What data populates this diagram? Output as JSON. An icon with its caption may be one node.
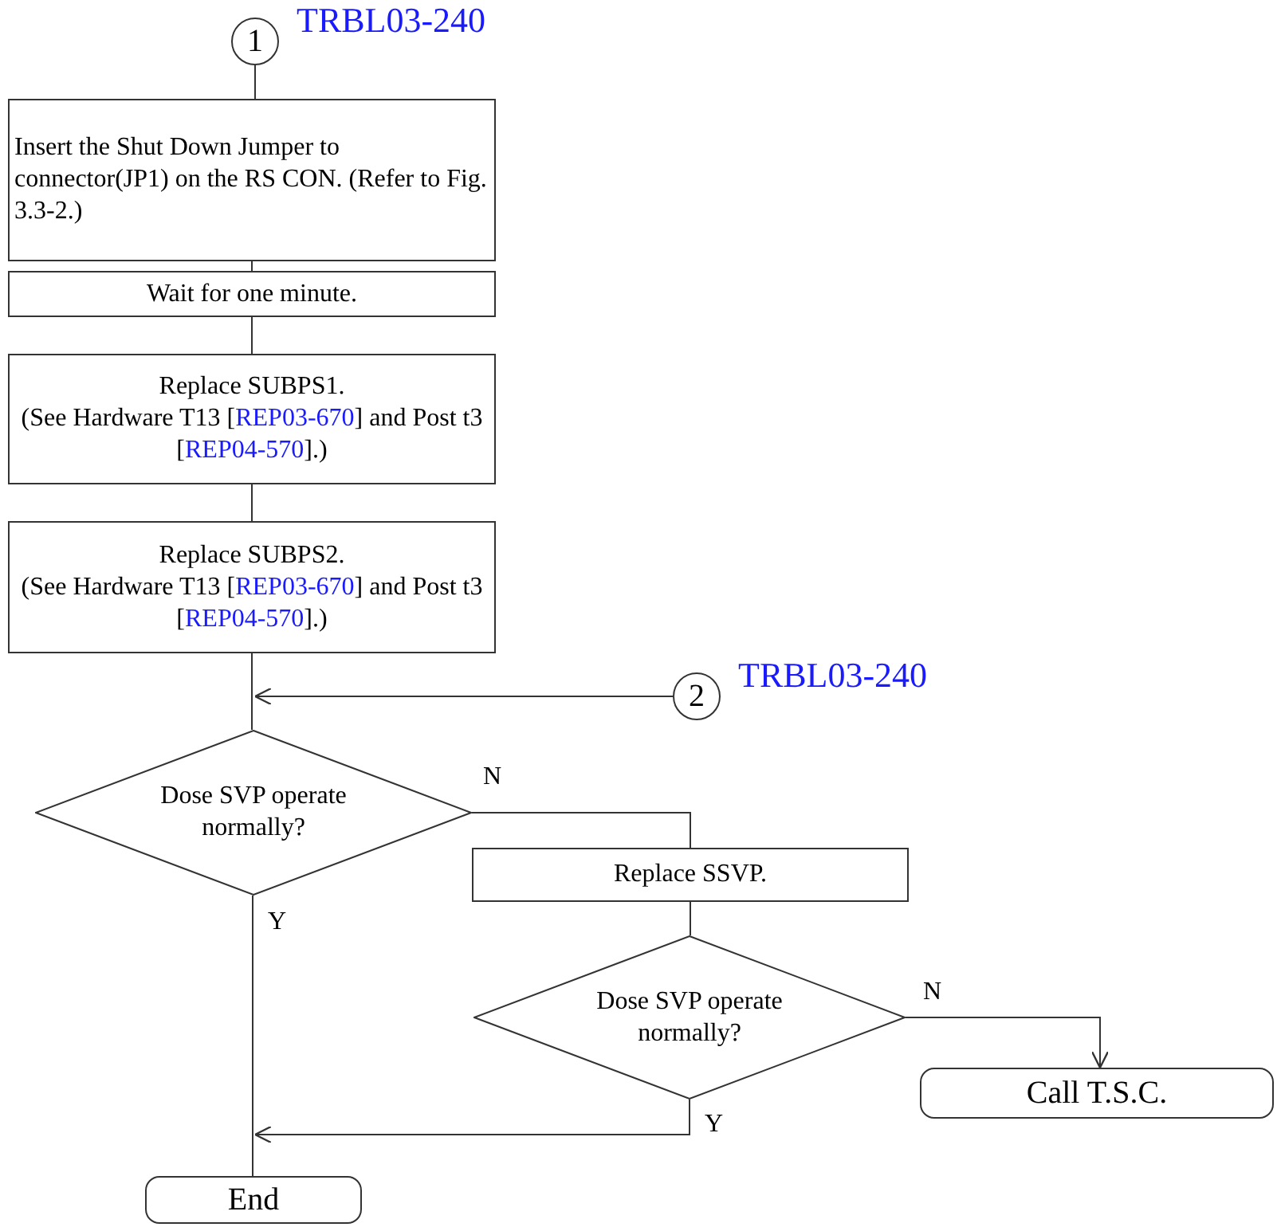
{
  "diagram": {
    "nodes": [
      {
        "text": [
          "1"
        ],
        "beside": [
          "TRBL03-240"
        ]
      },
      {
        "text": [
          "Insert the Shut Down Jumper to connector(JP1) on the RS CON. (Refer to Fig. 3.3-2.)"
        ]
      },
      {
        "text": [
          "Wait for one minute."
        ]
      },
      {
        "text": [
          "Replace SUBPS1.",
          "(See Hardware T13 [REP03-670] and Post t3 [REP04-570].)"
        ]
      },
      {
        "text": [
          "Replace SUBPS2.",
          "(See Hardware T13 [REP03-670] and Post t3 [REP04-570].)"
        ]
      },
      {
        "text": [
          "2"
        ],
        "beside": [
          "TRBL03-240"
        ]
      },
      {
        "text": [
          "Dose SVP operate normally?"
        ]
      },
      {
        "text": [
          "Replace SSVP."
        ]
      },
      {
        "text": [
          "Dose SVP operate normally?"
        ]
      },
      {
        "text": [
          "Call T.S.C."
        ]
      },
      {
        "text": [
          "End"
        ]
      }
    ],
    "edges": [
      {
        "from": 0,
        "to": 1,
        "arrow": "none"
      },
      {
        "from": 1,
        "to": 2,
        "arrow": "none"
      },
      {
        "from": 2,
        "to": 3,
        "arrow": "none"
      },
      {
        "from": 3,
        "to": 4,
        "arrow": "none"
      },
      {
        "from": 4,
        "to": 6,
        "arrow": "none"
      },
      {
        "from": 5,
        "to": 6,
        "arrow": "to"
      },
      {
        "from": 6,
        "to": 7,
        "arrow": "none",
        "label": "N"
      },
      {
        "from": 6,
        "to": 10,
        "arrow": "none",
        "label": "Y"
      },
      {
        "from": 7,
        "to": 8,
        "arrow": "none"
      },
      {
        "from": 8,
        "to": 9,
        "arrow": "to",
        "label": "N"
      },
      {
        "from": 8,
        "to": 10,
        "arrow": "to",
        "label": "Y"
      }
    ]
  }
}
